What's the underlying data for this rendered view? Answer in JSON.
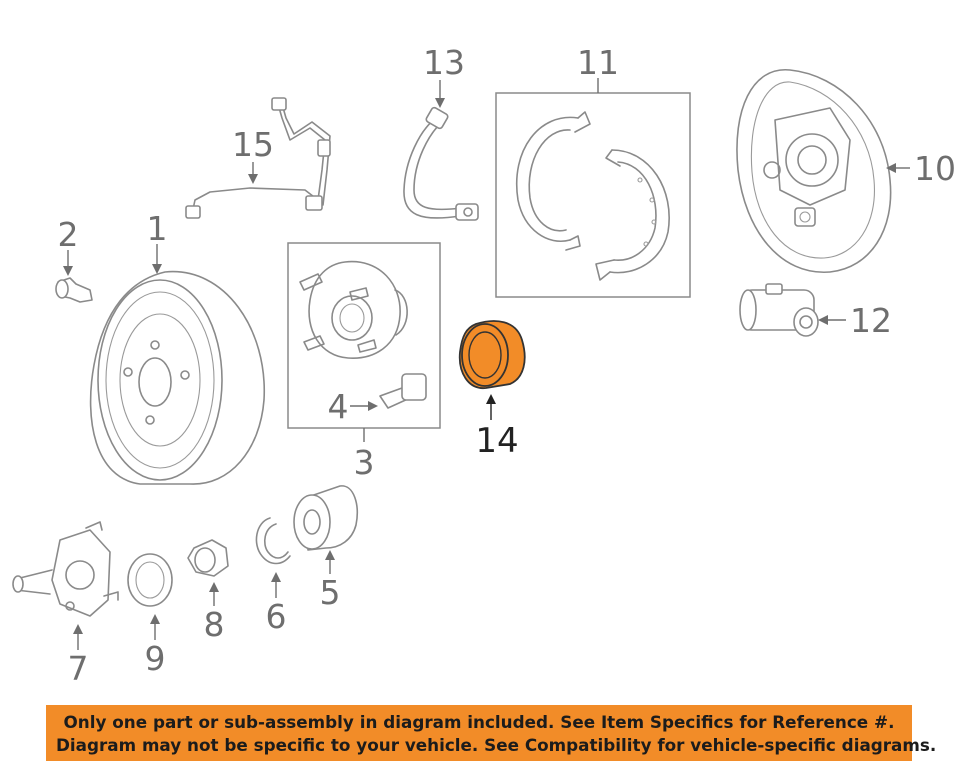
{
  "diagram": {
    "highlight_color": "#f28c28",
    "callouts": {
      "c1": "1",
      "c2": "2",
      "c3": "3",
      "c4": "4",
      "c5": "5",
      "c6": "6",
      "c7": "7",
      "c8": "8",
      "c9": "9",
      "c10": "10",
      "c11": "11",
      "c12": "12",
      "c13": "13",
      "c14": "14",
      "c15": "15"
    }
  },
  "disclaimer": {
    "line1": "Only one part or sub-assembly in diagram included. See Item Specifics for Reference #.",
    "line2": "Diagram may not be specific to your vehicle. See Compatibility for vehicle-specific diagrams.",
    "background": "#f28c28"
  }
}
